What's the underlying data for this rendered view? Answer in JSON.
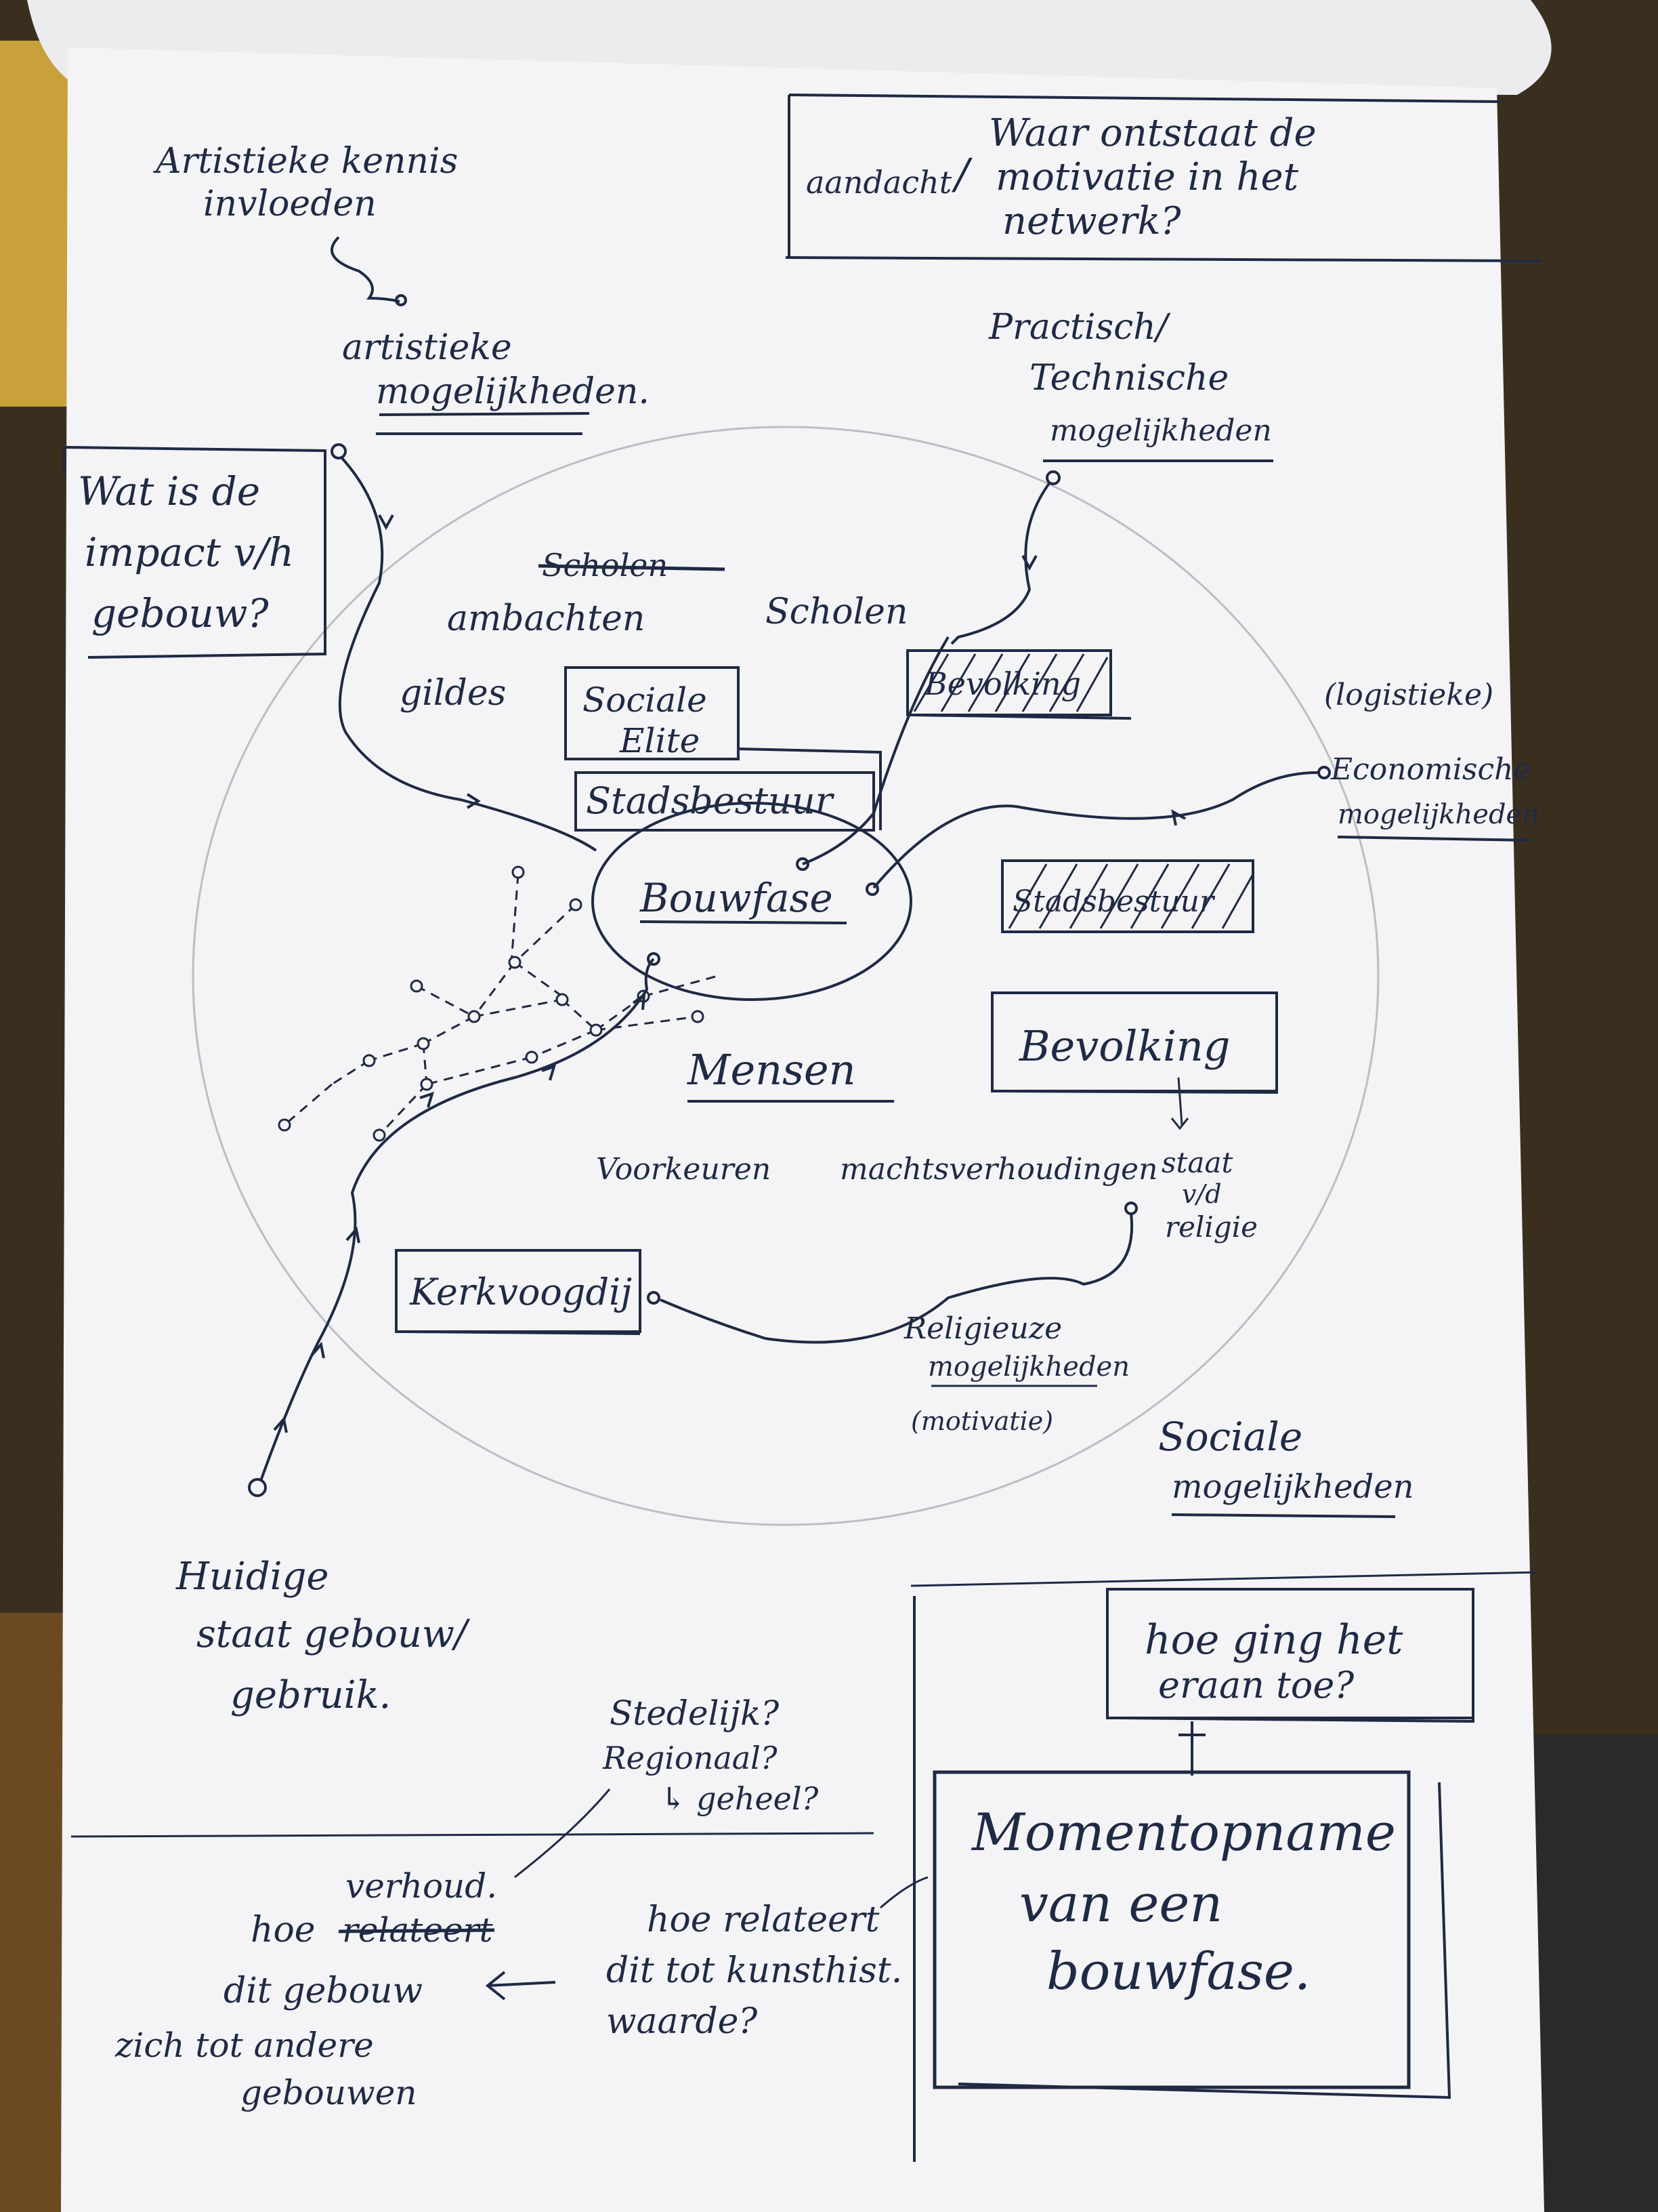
{
  "header": {
    "aandacht": "aandacht",
    "question_lines": [
      "Waar ontstaat de",
      "motivatie in het",
      "netwerk?"
    ]
  },
  "top_left": {
    "line1": "Artistieke kennis",
    "line2": "invloeden",
    "mog1": "artistieke",
    "mog2": "mogelijkheden."
  },
  "impact_box": {
    "lines": [
      "Wat is de",
      "impact v/h",
      "gebouw?"
    ]
  },
  "practical": {
    "lines": [
      "Practisch/",
      "Technische",
      "mogelijkheden"
    ]
  },
  "economic": {
    "lines": [
      "(logistieke)",
      "Economische",
      "mogelijkheden"
    ]
  },
  "center": {
    "bouwfase": "Bouwfase",
    "ambachten": "ambachten",
    "gildes": "gildes",
    "scholen_struck": "Scholen",
    "scholen": "Scholen",
    "sociale_elite": [
      "Sociale",
      "Elite"
    ],
    "stadsbestuur": "Stadsbestuur",
    "bevolking_struck": "Bevolking",
    "stadsbestuur_struck": "Stadsbestuur",
    "bevolking": "Bevolking",
    "mensen": "Mensen",
    "voorkeuren": "Voorkeuren",
    "machtsverhoudingen": "machtsverhoudingen",
    "staat": [
      "staat",
      "v/d",
      "religie"
    ],
    "kerkvoogdij": "Kerkvoogdij"
  },
  "religious": {
    "lines": [
      "Religieuze",
      "mogelijkheden",
      "(motivatie)"
    ]
  },
  "social": {
    "lines": [
      "Sociale",
      "mogelijkheden"
    ]
  },
  "current_state": {
    "lines": [
      "Huidige",
      "staat gebouw/",
      "gebruik."
    ]
  },
  "hoe_ging": {
    "lines": [
      "hoe ging het",
      "eraan toe?"
    ]
  },
  "moment": {
    "lines": [
      "Momentopname",
      "van een",
      "bouwfase."
    ]
  },
  "stedelijk": {
    "lines": [
      "Stedelijk?",
      "Regionaal?",
      "↳ geheel?"
    ]
  },
  "kunst": {
    "lines": [
      "hoe relateert",
      "dit tot kunsthist.",
      "waarde?"
    ]
  },
  "verhoud": {
    "inserted": "verhoud.",
    "hoe": "hoe",
    "struck": "relateert",
    "lines": [
      "dit gebouw",
      "zich tot andere",
      "gebouwen"
    ]
  },
  "colors": {
    "ink": "#1f2a44",
    "paper": "#f4f4f6",
    "pencil": "#b8b8bc",
    "board": "#3a2f1f"
  }
}
